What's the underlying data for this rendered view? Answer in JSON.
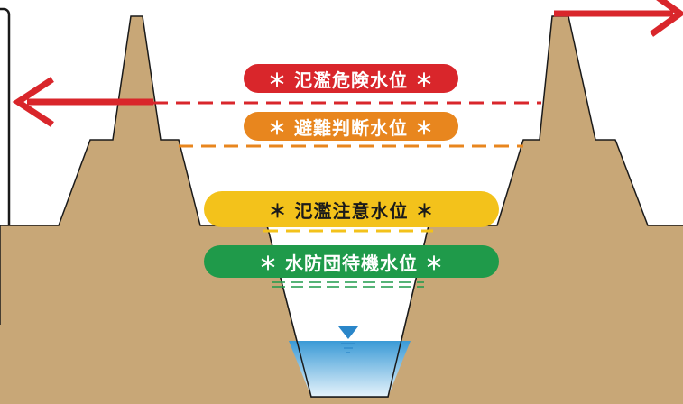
{
  "levels": [
    {
      "key": "red",
      "label": "＊ 氾濫危険水位 ＊",
      "bg": "#d9262b",
      "fg": "#ffffff",
      "line": "#d9262b"
    },
    {
      "key": "orange",
      "label": "＊ 避難判断水位 ＊",
      "bg": "#e8861e",
      "fg": "#ffffff",
      "line": "#e8861e"
    },
    {
      "key": "yellow",
      "label": "＊ 氾濫注意水位 ＊",
      "bg": "#f3c21b",
      "fg": "#1a1a1a",
      "line": "#f3c21b"
    },
    {
      "key": "green",
      "label": "＊ 水防団待機水位 ＊",
      "bg": "#1f9a4a",
      "fg": "#ffffff",
      "line": "#1f9a4a"
    }
  ],
  "colors": {
    "levee": "#c8a777",
    "levee_outline": "#1a1a1a",
    "water_top": "#3a9ad6",
    "water_bottom": "#e6f3fb",
    "arrow": "#d9262b",
    "water_marker": "#2a86c9"
  },
  "icons": {
    "arrow_left": "arrow-left-icon",
    "arrow_right": "arrow-right-icon",
    "water_level": "water-level-marker-icon"
  }
}
